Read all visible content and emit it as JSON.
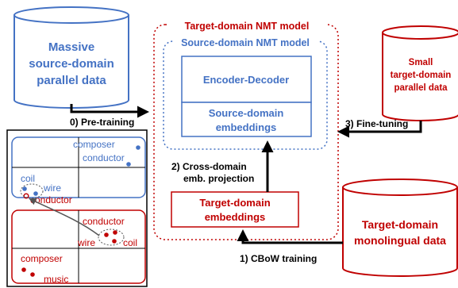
{
  "cyl_source": {
    "line1": "Massive",
    "line2": "source-domain",
    "line3": "parallel data"
  },
  "cyl_small": {
    "line1": "Small",
    "line2": "target-domain",
    "line3": "parallel data"
  },
  "cyl_mono": {
    "line1": "Target-domain",
    "line2": "monolingual data"
  },
  "target_model_title": "Target-domain NMT model",
  "source_model_title": "Source-domain NMT model",
  "encdec_label": "Encoder-Decoder",
  "src_emb": {
    "line1": "Source-domain",
    "line2": "embeddings"
  },
  "tgt_emb": {
    "line1": "Target-domain",
    "line2": "embeddings"
  },
  "steps": {
    "pretrain": "0) Pre-training",
    "cbow": "1) CBoW training",
    "proj_line1": "2) Cross-domain",
    "proj_line2": "emb. projection",
    "finetune": "3) Fine-tuning"
  },
  "top_quad_words": {
    "composer": "composer",
    "conductor": "conductor",
    "coil": "coil",
    "wire": "wire",
    "conductor_red": "conductor"
  },
  "bottom_quad_words": {
    "conductor": "conductor",
    "wire": "wire",
    "coil": "coil",
    "composer": "composer",
    "music": "music"
  },
  "colors": {
    "blue": "#4472c4",
    "red": "#c00000",
    "black": "#000000"
  }
}
